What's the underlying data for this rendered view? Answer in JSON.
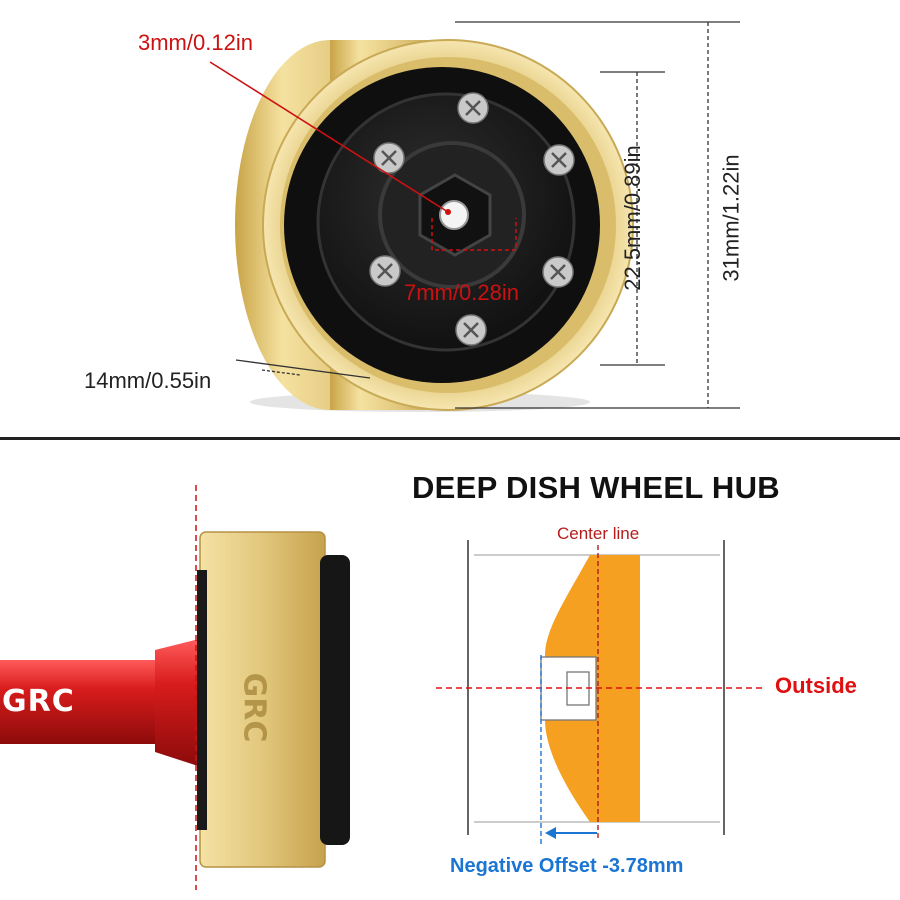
{
  "labels": {
    "hole_diameter": "3mm/0.12in",
    "hex_size": "7mm/0.28in",
    "inner_diameter": "22.5mm/0.89in",
    "outer_diameter": "31mm/1.22in",
    "width": "14mm/0.55in"
  },
  "diagram": {
    "title": "DEEP DISH WHEEL HUB",
    "center_line": "Center line",
    "outside": "Outside",
    "negative_offset": "Negative Offset  -3.78mm"
  },
  "brand": {
    "handle_text": "GRC",
    "ring_text": "GRC"
  },
  "colors": {
    "brass": "#d9bd6a",
    "hub_black": "#1c1c1c",
    "handle_red": "#d51a1a",
    "wheel_orange": "#f5a020",
    "dim_red": "#cc1111",
    "offset_blue": "#1a76d2"
  }
}
